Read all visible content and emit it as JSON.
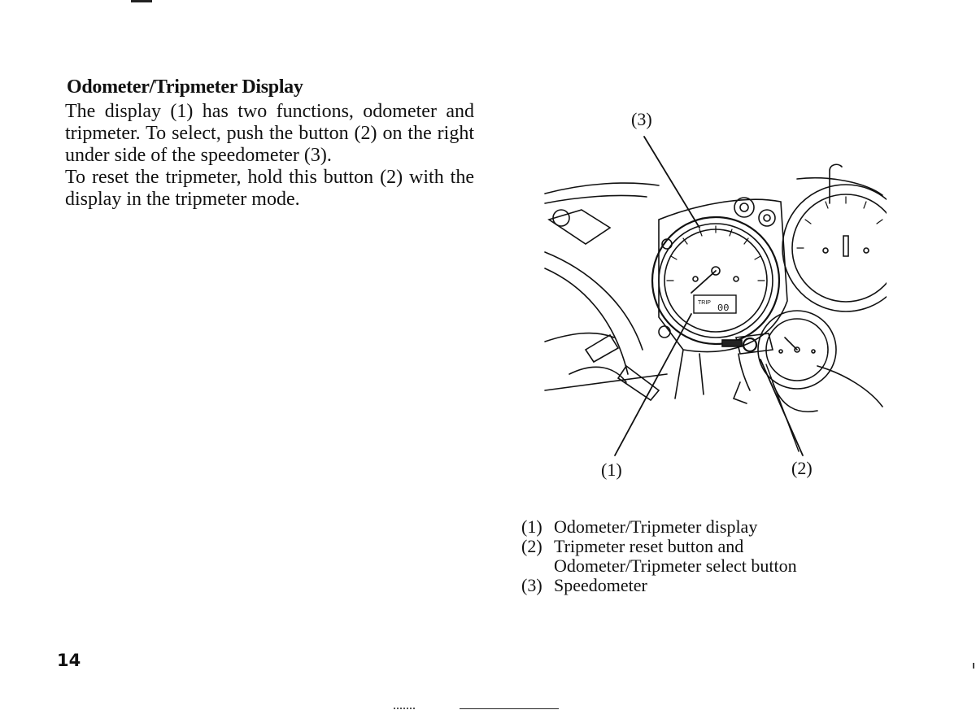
{
  "section": {
    "heading": "Odometer/Tripmeter Display",
    "paragraphs": [
      "The display (1) has two functions, odometer and tripmeter. To select, push the button (2) on the right under side of the speedometer (3).",
      "To reset the tripmeter, hold this button (2) with the display in the tripmeter mode."
    ]
  },
  "figure": {
    "callouts": {
      "c1": "(1)",
      "c2": "(2)",
      "c3": "(3)"
    },
    "display_text": {
      "trip": "TRIP",
      "digits": "00"
    }
  },
  "captions": [
    {
      "num": "(1)",
      "lines": [
        "Odometer/Tripmeter display"
      ]
    },
    {
      "num": "(2)",
      "lines": [
        "Tripmeter reset button and",
        "Odometer/Tripmeter select button"
      ]
    },
    {
      "num": "(3)",
      "lines": [
        "Speedometer"
      ]
    }
  ],
  "page_number": "14"
}
